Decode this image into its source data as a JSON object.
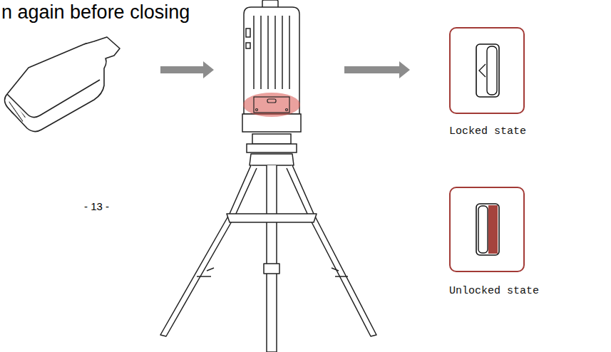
{
  "diagram": {
    "nodes": [
      {
        "text": [
          "Locked state"
        ]
      },
      {
        "text": [
          "Unlocked state"
        ]
      }
    ],
    "labels": [
      "n again before closing",
      "- 13 -"
    ]
  }
}
